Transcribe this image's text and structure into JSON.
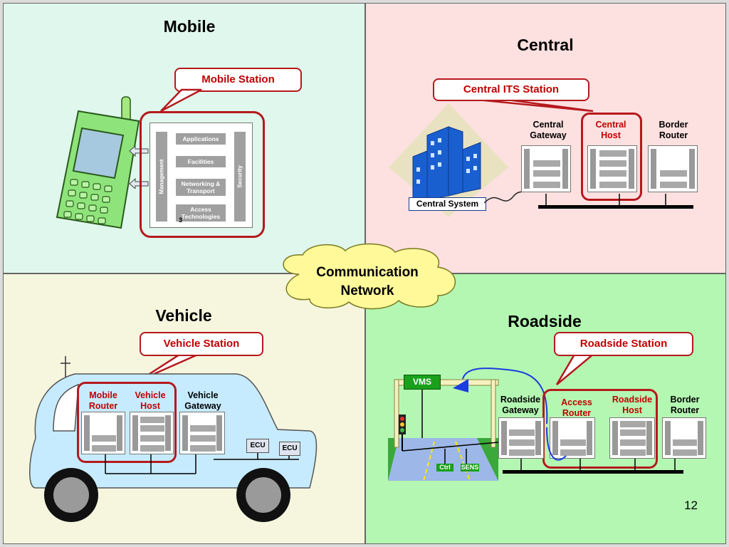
{
  "quadrants": {
    "mobile": {
      "title": "Mobile",
      "callout": "Mobile Station"
    },
    "central": {
      "title": "Central",
      "callout": "Central ITS Station"
    },
    "vehicle": {
      "title": "Vehicle",
      "callout": "Vehicle Station"
    },
    "roadside": {
      "title": "Roadside",
      "callout": "Roadside Station"
    }
  },
  "center": {
    "line1": "Communication",
    "line2": "Network"
  },
  "mobile_stack": {
    "management": "Management",
    "security": "Security",
    "layers": [
      "Applications",
      "Facilities",
      "Networking & Transport",
      "Access Technologies"
    ],
    "footnote": "3"
  },
  "central_labels": {
    "system": "Central System",
    "gateway": "Central Gateway",
    "host": "Central Host",
    "router": "Border Router"
  },
  "vehicle_labels": {
    "mobile_router": "Mobile Router",
    "host": "Vehicle Host",
    "gateway": "Vehicle Gateway",
    "ecu1": "ECU",
    "ecu2": "ECU"
  },
  "roadside_labels": {
    "vms": "VMS",
    "ctrl": "Ctrl",
    "sens": "SENS",
    "gateway": "Roadside Gateway",
    "access_router": "Access Router",
    "host": "Roadside Host",
    "router": "Border Router"
  },
  "page_number": "12",
  "colors": {
    "accent_red": "#c00000",
    "callout_border": "#b5191d",
    "building_blue": "#1a5fd0"
  }
}
